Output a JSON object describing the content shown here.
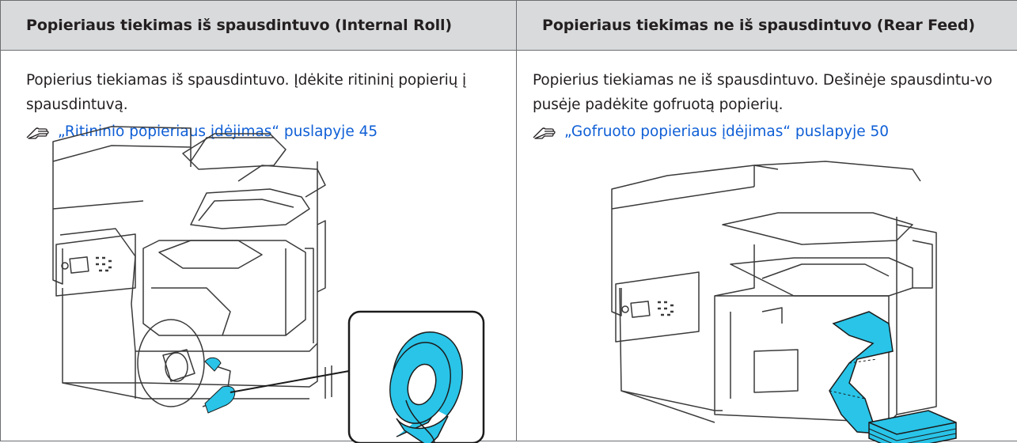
{
  "table": {
    "columns": [
      {
        "header": "Popieriaus tiekimas iš spausdintuvo (Internal Roll)",
        "description": "Popierius tiekiamas iš spausdintuvo. Įdėkite ritininį popierių į spausdintuvą.",
        "link": "„Ritininio popieriaus įdėjimas“ puslapyje 45",
        "icons": [
          "pointing-hand-icon"
        ],
        "illustration": "printer-with-internal-roll-illustration"
      },
      {
        "header": "Popieriaus tiekimas ne iš spausdintuvo (Rear Feed)",
        "description": "Popierius tiekiamas ne iš spausdintuvo. Dešinėje spausdintu-vo pusėje padėkite gofruotą popierių.",
        "link": "„Gofruoto popieriaus įdėjimas“ puslapyje 50",
        "icons": [
          "pointing-hand-icon"
        ],
        "illustration": "printer-with-fanfold-paper-illustration"
      }
    ]
  },
  "colors": {
    "header_bg": "#d9dadb",
    "link": "#0f5fd6",
    "paper": "#29c4e8",
    "border": "#6d6e71"
  }
}
